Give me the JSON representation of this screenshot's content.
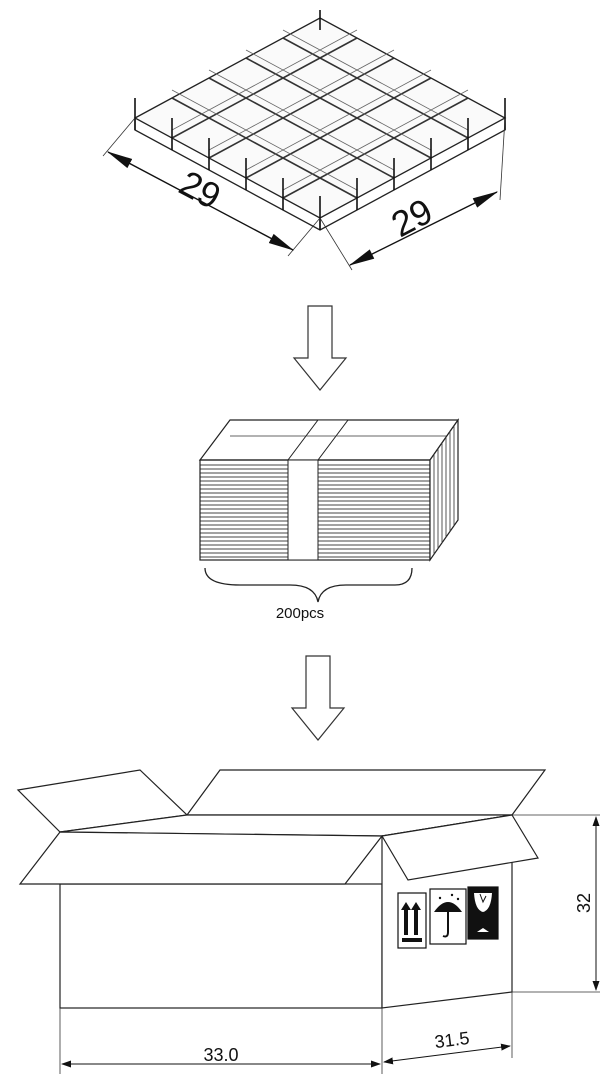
{
  "grid_divider": {
    "length_label": "29",
    "width_label": "29"
  },
  "bundle": {
    "quantity_label": "200pcs"
  },
  "carton": {
    "length_label": "33.0",
    "width_label": "31.5",
    "height_label": "32"
  },
  "icons": [
    "this-side-up-icon",
    "keep-dry-icon",
    "fragile-icon"
  ]
}
